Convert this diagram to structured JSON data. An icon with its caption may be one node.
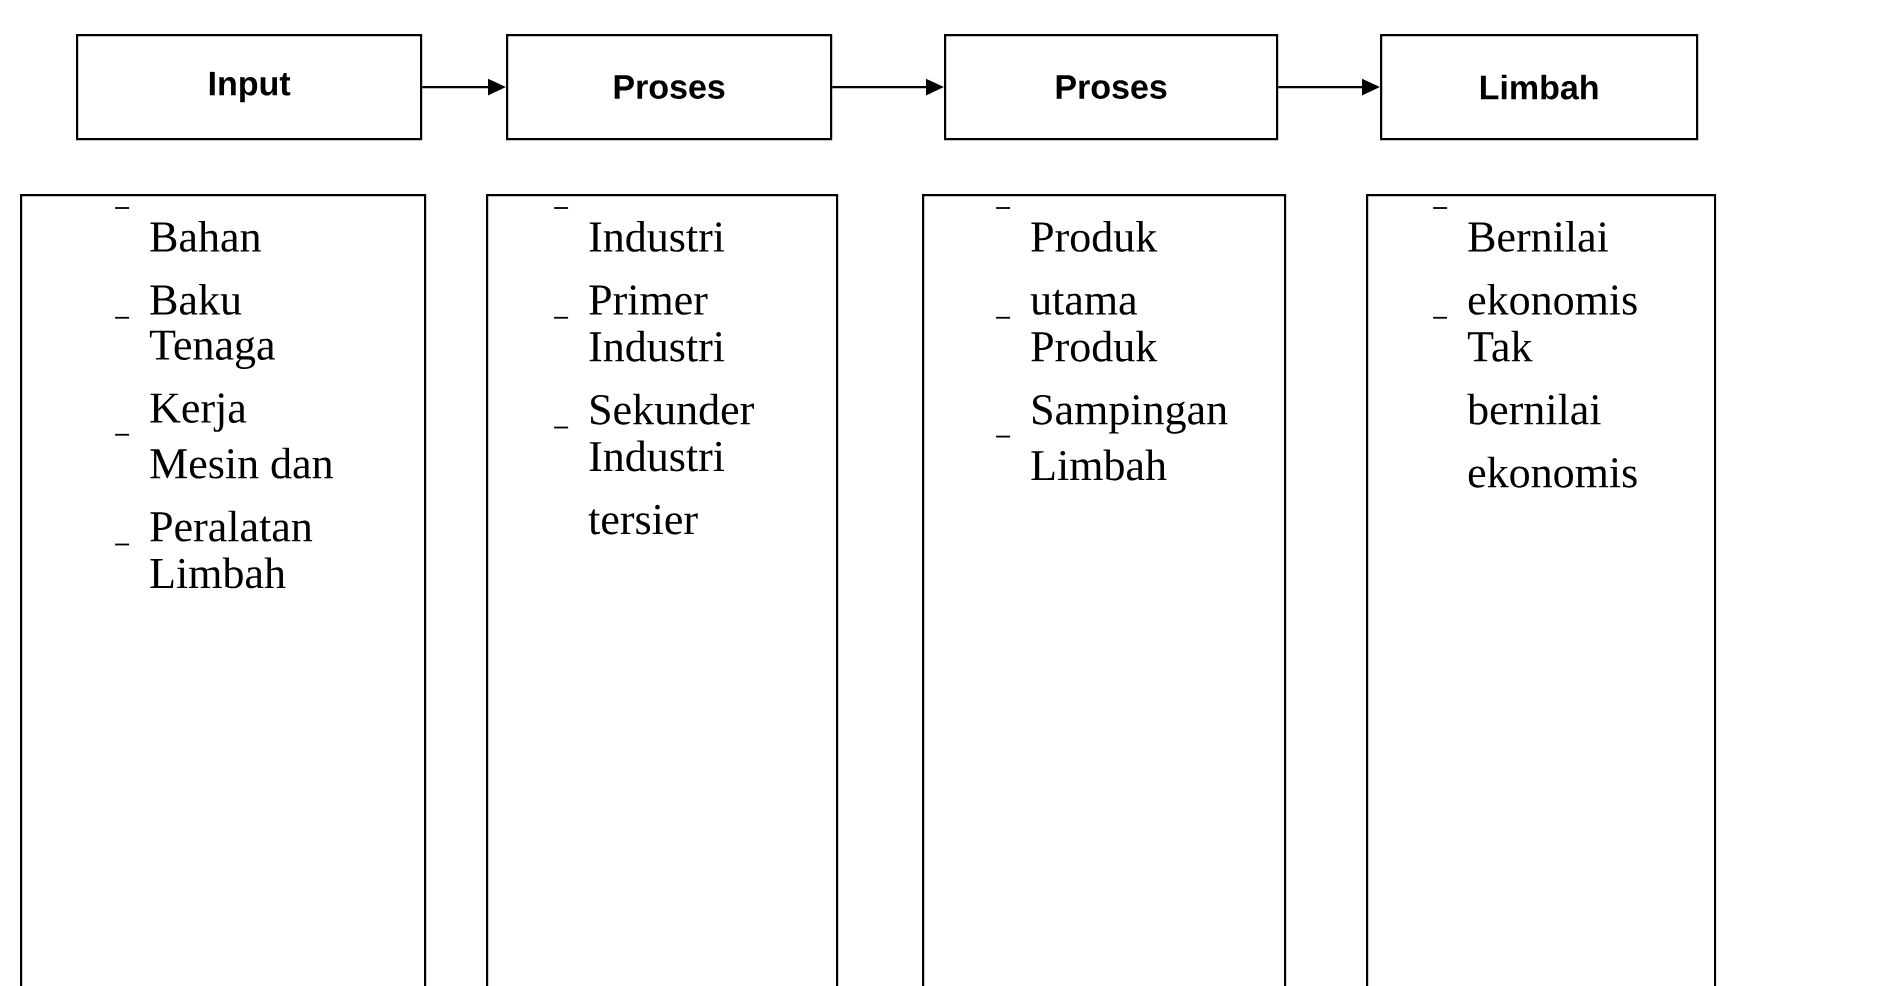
{
  "diagram": {
    "nodes": [
      {
        "text": [
          "Input"
        ]
      },
      {
        "text": [
          "Proses"
        ]
      },
      {
        "text": [
          "Proses"
        ]
      },
      {
        "text": [
          "Limbah"
        ]
      },
      {
        "text": [
          "Bahan Baku",
          "Tenaga Kerja",
          "Mesin dan Peralatan",
          "Limbah"
        ]
      },
      {
        "text": [
          "Industri Primer",
          "Industri Sekunder",
          "Industri tersier"
        ]
      },
      {
        "text": [
          "Produk utama",
          "Produk Sampingan",
          "Limbah"
        ]
      },
      {
        "text": [
          "Bernilai ekonomis",
          "Tak bernilai ekonomis"
        ]
      }
    ],
    "edges": [
      {
        "from": 0,
        "to": 1,
        "arrow": "to"
      },
      {
        "from": 1,
        "to": 2,
        "arrow": "to"
      },
      {
        "from": 2,
        "to": 3,
        "arrow": "to"
      }
    ]
  }
}
